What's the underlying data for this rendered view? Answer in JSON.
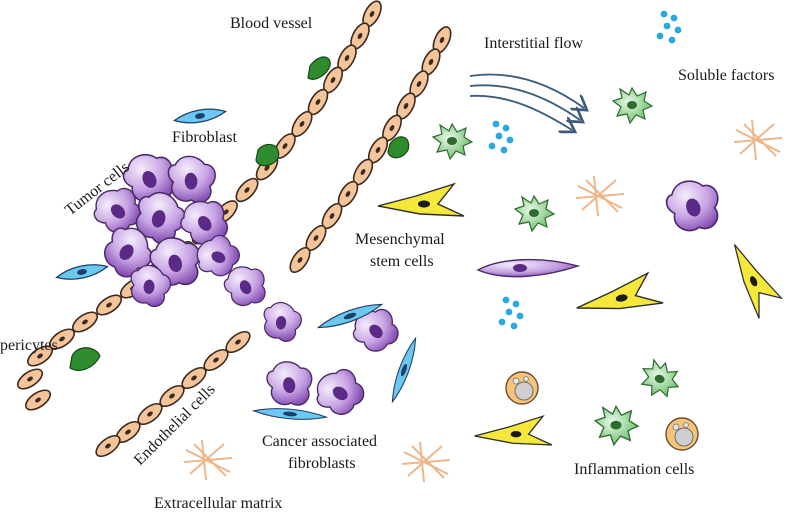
{
  "labels": {
    "blood_vessel": "Blood vessel",
    "interstitial_flow": "Interstitial flow",
    "soluble_factors": "Soluble factors",
    "fibroblast": "Fibroblast",
    "tumor_cells": "Tumor cells",
    "mesenchymal_stem_cells_line1": "Mesenchymal",
    "mesenchymal_stem_cells_line2": "stem cells",
    "pericytes": "pericytes",
    "endothelial_cells": "Endothelial cells",
    "cancer_associated_fibroblasts_line1": "Cancer associated",
    "cancer_associated_fibroblasts_line2": "fibroblasts",
    "inflammation_cells": "Inflammation cells",
    "extracellular_matrix": "Extracellular matrix"
  },
  "colors": {
    "endothelial": "#f4c49a",
    "endothelial_stroke": "#3b2a1e",
    "pericyte": "#2e8b2e",
    "tumor_light": "#e3d0f2",
    "tumor_dark": "#8a4fb8",
    "tumor_nucleus": "#5b2a86",
    "fibroblast": "#6cc8ef",
    "fibroblast_nucleus": "#1d3f6b",
    "msc": "#f5e83a",
    "soluble_factor": "#2aa8e0",
    "flow_arrow": "#3f5a7a",
    "inflammation_green": "#8fd48f",
    "macrophage_body": "#f5c47a",
    "ecm": "#e9a46e"
  }
}
